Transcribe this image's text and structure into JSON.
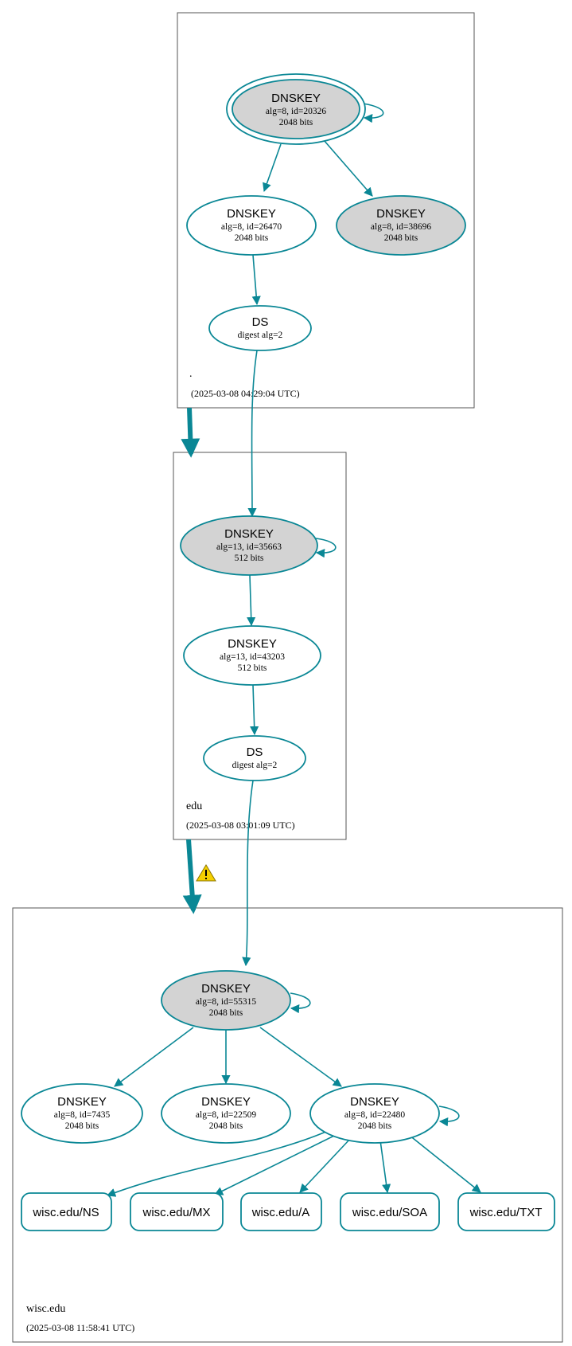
{
  "zones": {
    "root": {
      "name": ".",
      "timestamp": "(2025-03-08 04:29:04 UTC)"
    },
    "edu": {
      "name": "edu",
      "timestamp": "(2025-03-08 03:01:09 UTC)"
    },
    "wisc": {
      "name": "wisc.edu",
      "timestamp": "(2025-03-08 11:58:41 UTC)"
    }
  },
  "nodes": {
    "root_ksk": {
      "title": "DNSKEY",
      "line1": "alg=8, id=20326",
      "line2": "2048 bits"
    },
    "root_zsk1": {
      "title": "DNSKEY",
      "line1": "alg=8, id=26470",
      "line2": "2048 bits"
    },
    "root_zsk2": {
      "title": "DNSKEY",
      "line1": "alg=8, id=38696",
      "line2": "2048 bits"
    },
    "root_ds": {
      "title": "DS",
      "line1": "digest alg=2"
    },
    "edu_ksk": {
      "title": "DNSKEY",
      "line1": "alg=13, id=35663",
      "line2": "512 bits"
    },
    "edu_zsk": {
      "title": "DNSKEY",
      "line1": "alg=13, id=43203",
      "line2": "512 bits"
    },
    "edu_ds": {
      "title": "DS",
      "line1": "digest alg=2"
    },
    "wisc_ksk": {
      "title": "DNSKEY",
      "line1": "alg=8, id=55315",
      "line2": "2048 bits"
    },
    "wisc_k1": {
      "title": "DNSKEY",
      "line1": "alg=8, id=7435",
      "line2": "2048 bits"
    },
    "wisc_k2": {
      "title": "DNSKEY",
      "line1": "alg=8, id=22509",
      "line2": "2048 bits"
    },
    "wisc_k3": {
      "title": "DNSKEY",
      "line1": "alg=8, id=22480",
      "line2": "2048 bits"
    }
  },
  "rrsets": {
    "ns": "wisc.edu/NS",
    "mx": "wisc.edu/MX",
    "a": "wisc.edu/A",
    "soa": "wisc.edu/SOA",
    "txt": "wisc.edu/TXT"
  },
  "colors": {
    "edge": "#0a8795",
    "ksk_fill": "#d3d3d3",
    "zsk_fill": "#ffffff",
    "zone_border": "#555555",
    "warning": "#f5d000"
  }
}
